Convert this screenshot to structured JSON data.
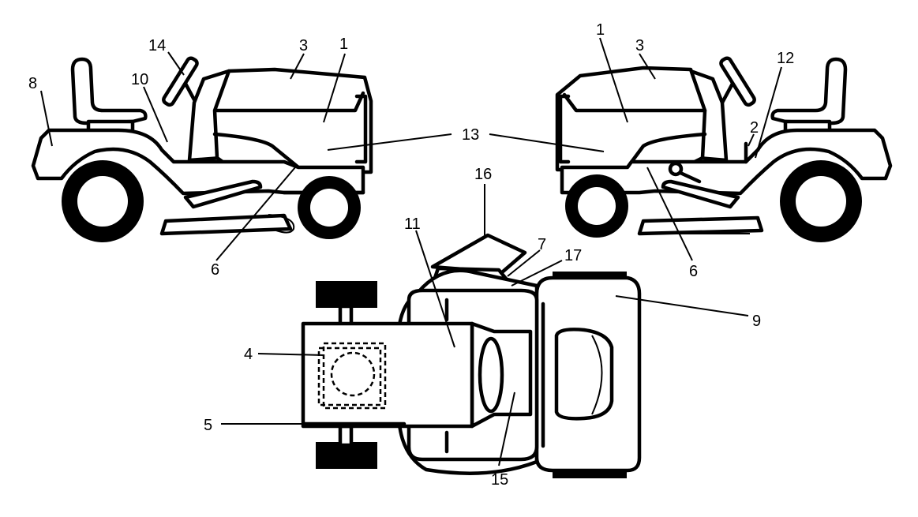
{
  "callouts": {
    "left_view": {
      "c8": "8",
      "c14": "14",
      "c10": "10",
      "c3": "3",
      "c1": "1",
      "c6": "6"
    },
    "center": {
      "c13": "13"
    },
    "right_view": {
      "c1": "1",
      "c3": "3",
      "c12": "12",
      "c2": "2",
      "c6": "6"
    },
    "top_view": {
      "c16": "16",
      "c11": "11",
      "c7": "7",
      "c17": "17",
      "c9": "9",
      "c4": "4",
      "c5": "5",
      "c15": "15"
    }
  }
}
